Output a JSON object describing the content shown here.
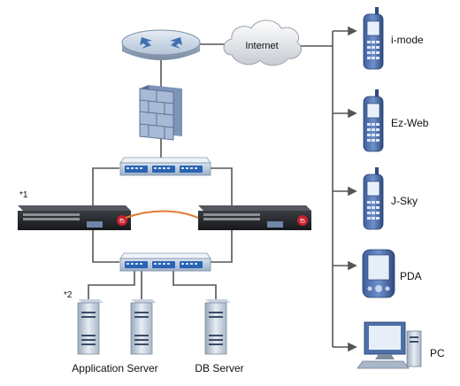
{
  "cloud": {
    "label": "Internet"
  },
  "devices": {
    "imode": "i-mode",
    "ezweb": "Ez-Web",
    "jsky": "J-Sky",
    "pda": "PDA",
    "pc": "PC"
  },
  "notes": {
    "n1": "*1",
    "n2": "*2"
  },
  "servers": {
    "application": "Application Server",
    "db": "DB Server"
  }
}
